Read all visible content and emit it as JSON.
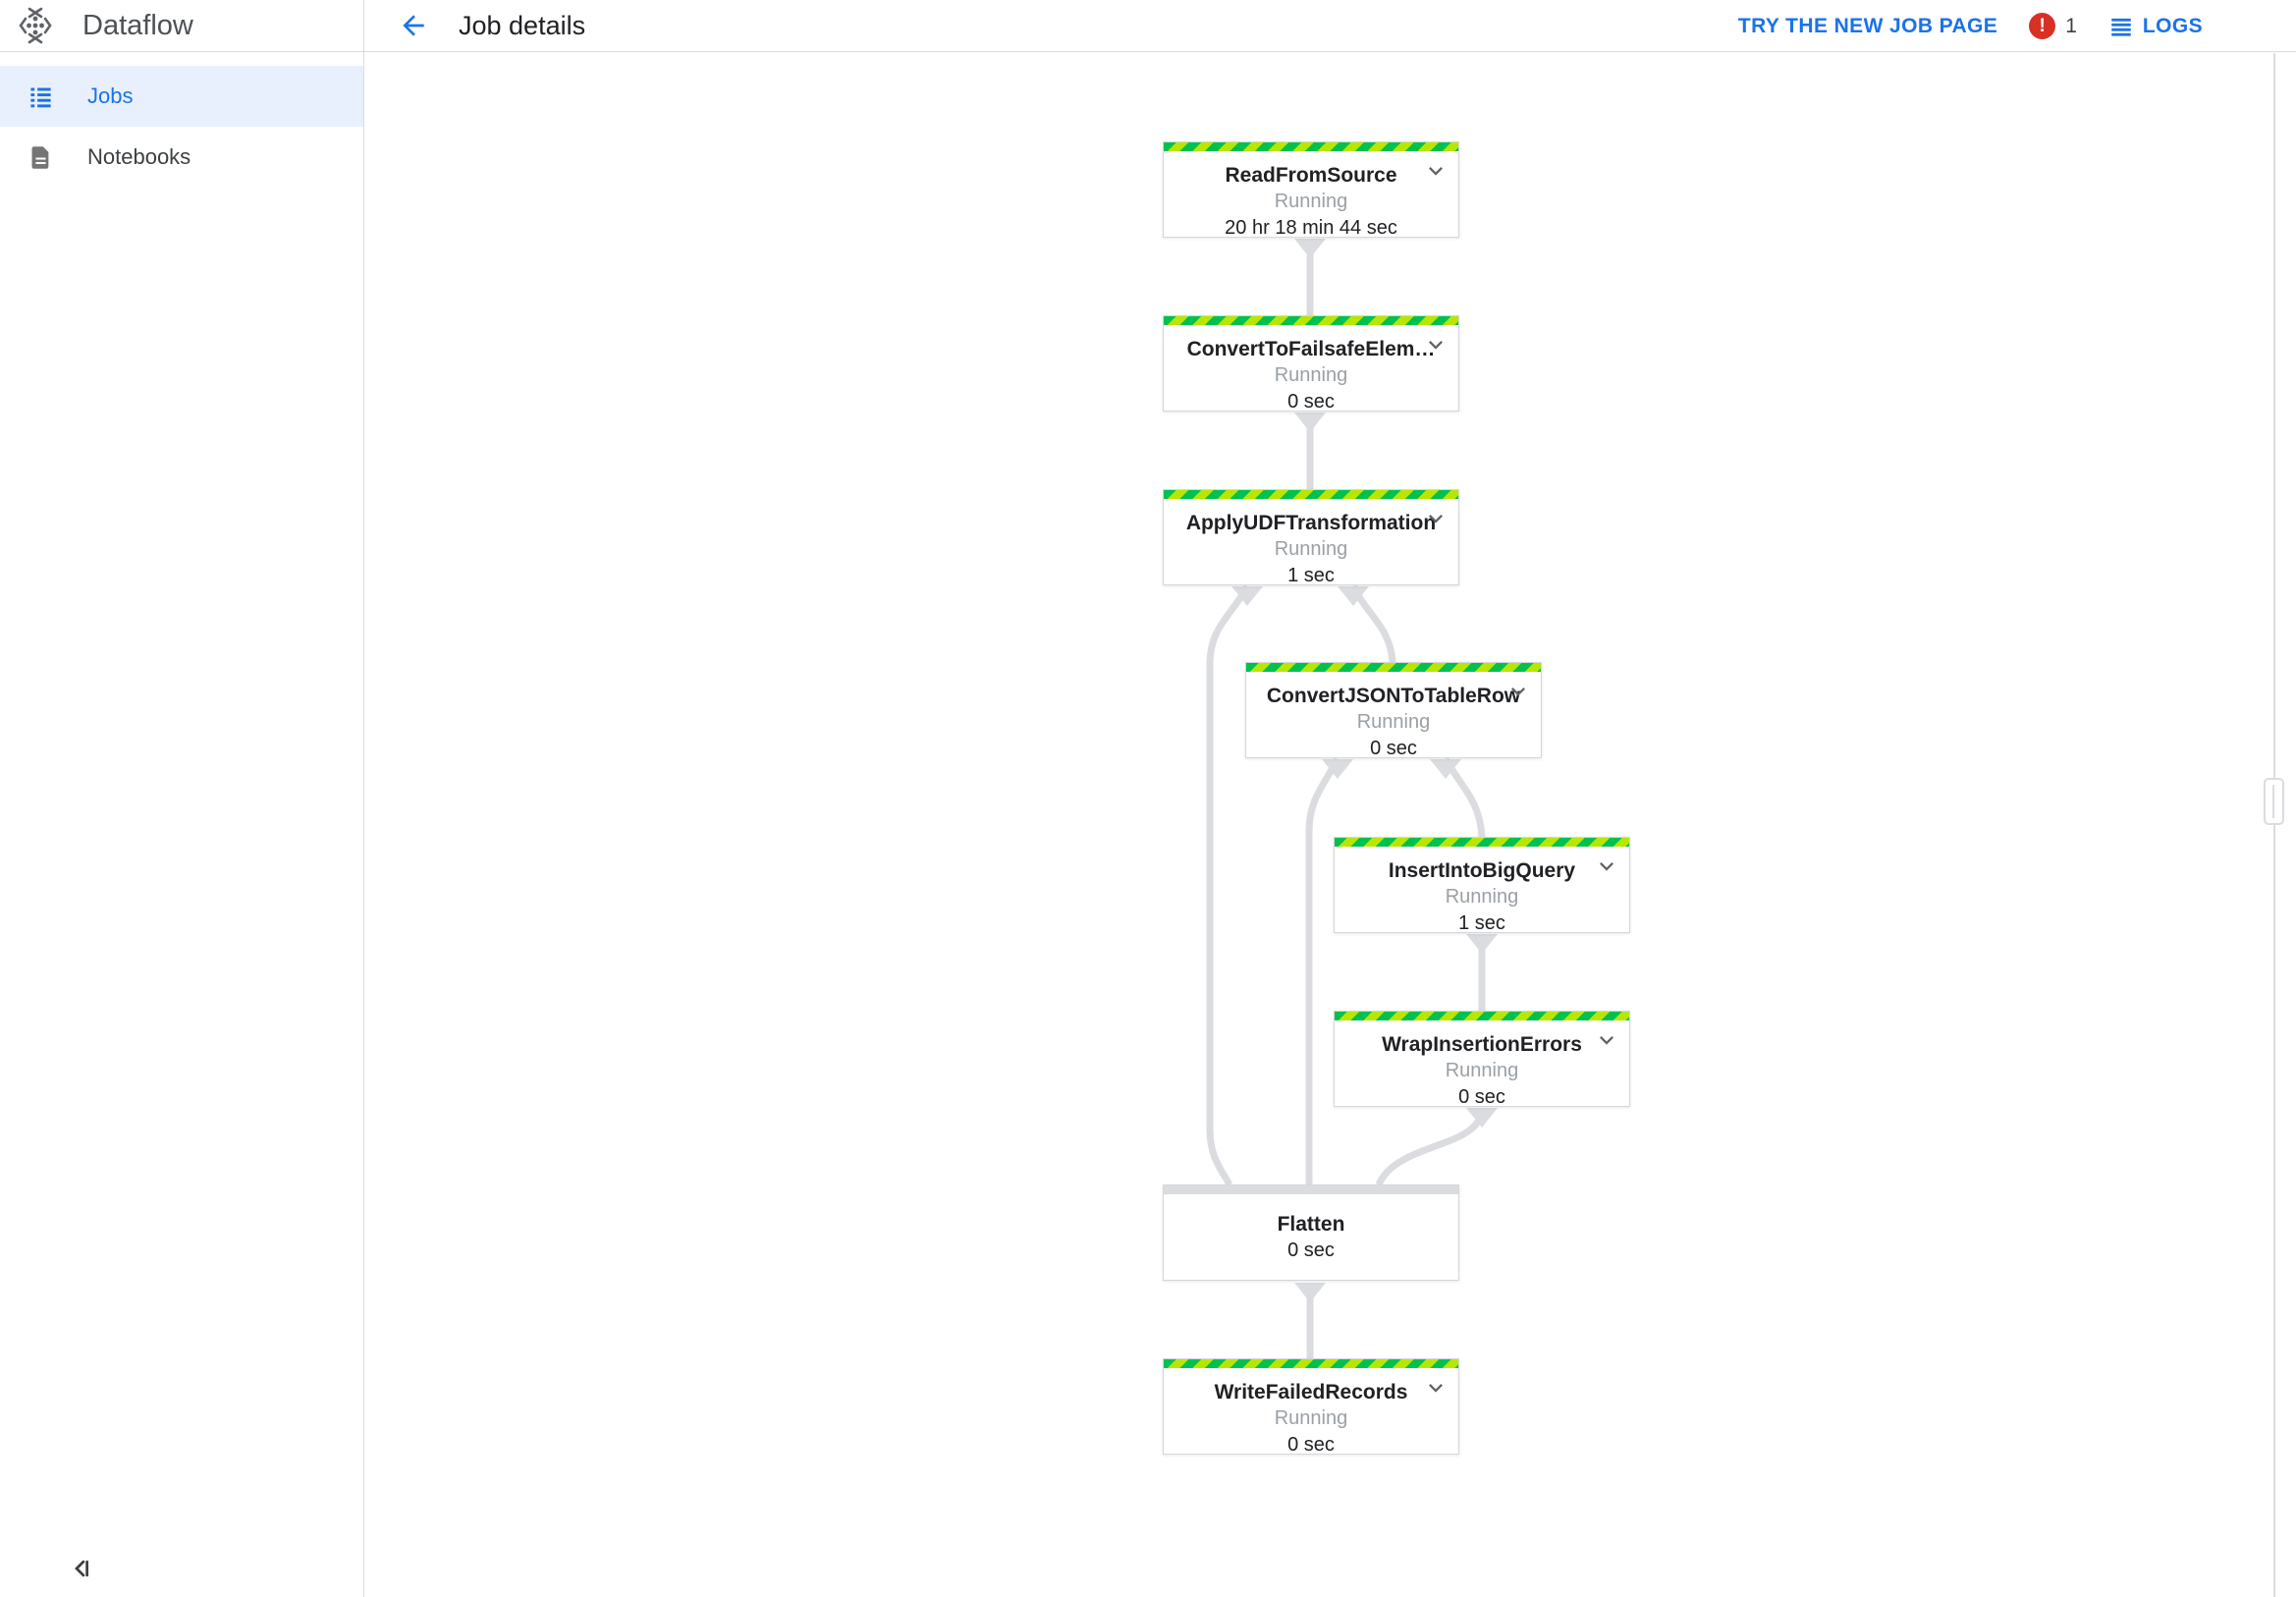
{
  "app": {
    "name": "Dataflow"
  },
  "sidebar": {
    "items": [
      {
        "label": "Jobs",
        "icon": "list-icon",
        "selected": true
      },
      {
        "label": "Notebooks",
        "icon": "document-icon",
        "selected": false
      }
    ],
    "collapse_icon": "collapse-sidebar-icon"
  },
  "header": {
    "title": "Job details",
    "back_icon": "arrow-back-icon",
    "try_new_job_page": "TRY THE NEW JOB PAGE",
    "error_count": "1",
    "error_icon": "error-icon",
    "logs_label": "LOGS",
    "logs_icon": "menu-lines-icon"
  },
  "graph": {
    "nodes": [
      {
        "name": "ReadFromSource",
        "status": "Running",
        "duration": "20 hr 18 min 44 sec",
        "header": "running-stripes"
      },
      {
        "name": "ConvertToFailsafeElem…",
        "status": "Running",
        "duration": "0 sec",
        "header": "running-stripes"
      },
      {
        "name": "ApplyUDFTransformation",
        "status": "Running",
        "duration": "1 sec",
        "header": "running-stripes"
      },
      {
        "name": "ConvertJSONToTableRow",
        "status": "Running",
        "duration": "0 sec",
        "header": "running-stripes"
      },
      {
        "name": "InsertIntoBigQuery",
        "status": "Running",
        "duration": "1 sec",
        "header": "running-stripes"
      },
      {
        "name": "WrapInsertionErrors",
        "status": "Running",
        "duration": "0 sec",
        "header": "running-stripes"
      },
      {
        "name": "Flatten",
        "status": "",
        "duration": "0 sec",
        "header": "gray"
      },
      {
        "name": "WriteFailedRecords",
        "status": "Running",
        "duration": "0 sec",
        "header": "running-stripes"
      }
    ]
  },
  "colors": {
    "accent_blue": "#1a73e8",
    "stripe_green": "#00c14f",
    "stripe_yellow": "#b9e600",
    "edge_gray": "#dadce0",
    "error_red": "#d93025",
    "selected_row_bg": "#e8f0fe",
    "status_gray": "#9aa0a6"
  }
}
